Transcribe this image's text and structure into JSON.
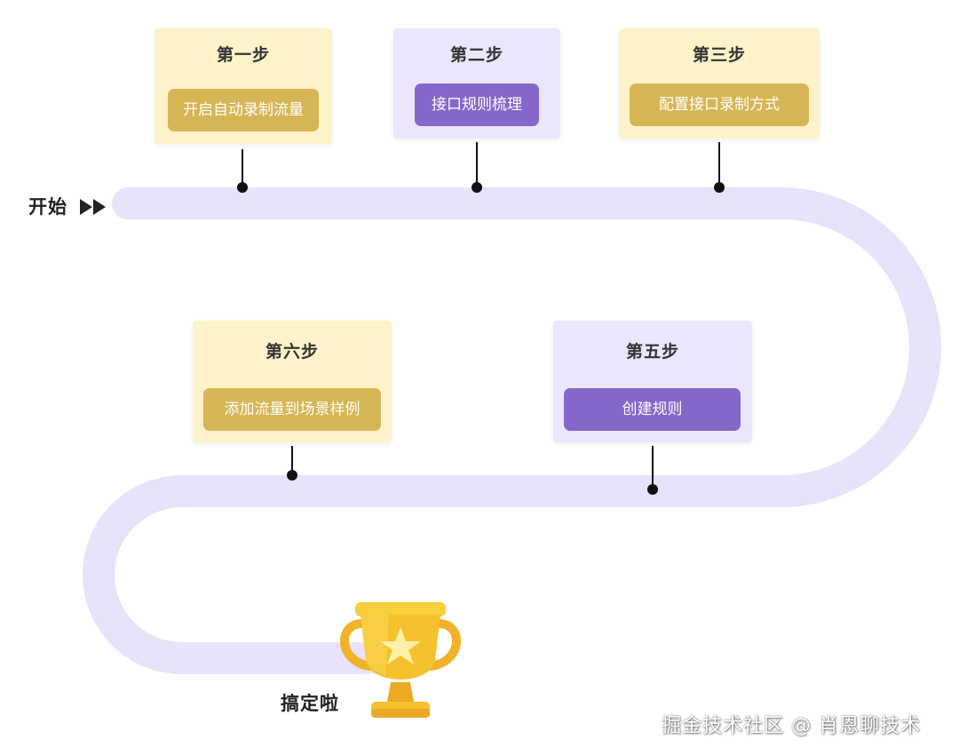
{
  "start_label": "开始",
  "finish_label": "搞定啦",
  "watermark": "掘金技术社区 @ 肖恩聊技术",
  "colors": {
    "road": "#e8e2fa",
    "card_yellow": "#fdf2c9",
    "card_purple": "#ebe6fb",
    "button_yellow": "#d6b554",
    "button_purple": "#8567c9",
    "connector": "#111111",
    "trophy_gold": "#f6c12e"
  },
  "icons": {
    "start": "double-play-arrow-icon",
    "finish": "trophy-star-icon"
  },
  "steps": [
    {
      "title": "第一步",
      "action": "开启自动录制流量",
      "theme": "yellow"
    },
    {
      "title": "第二步",
      "action": "接口规则梳理",
      "theme": "purple"
    },
    {
      "title": "第三步",
      "action": "配置接口录制方式",
      "theme": "yellow"
    },
    {
      "title": "第五步",
      "action": "创建规则",
      "theme": "purple"
    },
    {
      "title": "第六步",
      "action": "添加流量到场景样例",
      "theme": "yellow"
    }
  ]
}
